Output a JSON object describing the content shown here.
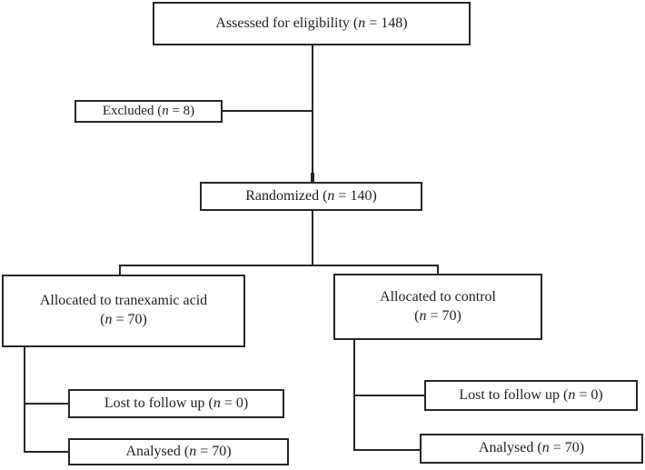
{
  "colors": {
    "line": "#262626",
    "text": "#1e1e1e",
    "background": "#ffffff"
  },
  "boxes": {
    "assessed": {
      "pre": "Assessed for eligibility (",
      "var": "n",
      "post": " = 148)"
    },
    "excluded": {
      "pre": "Excluded (",
      "var": "n",
      "post": " = 8)"
    },
    "randomized": {
      "pre": "Randomized (",
      "var": "n",
      "post": " = 140)"
    },
    "allocated_tranexamic": {
      "line1": "Allocated to tranexamic acid",
      "pre": "(",
      "var": "n",
      "post": " = 70)"
    },
    "allocated_control": {
      "line1": "Allocated to control",
      "pre": "(",
      "var": "n",
      "post": " = 70)"
    },
    "lost_tranexamic": {
      "pre": "Lost to follow up (",
      "var": "n",
      "post": " = 0)"
    },
    "analysed_tranexamic": {
      "pre": "Analysed (",
      "var": "n",
      "post": " = 70)"
    },
    "lost_control": {
      "pre": "Lost to follow up (",
      "var": "n",
      "post": " = 0)"
    },
    "analysed_control": {
      "pre": "Analysed (",
      "var": "n",
      "post": " = 70)"
    }
  }
}
